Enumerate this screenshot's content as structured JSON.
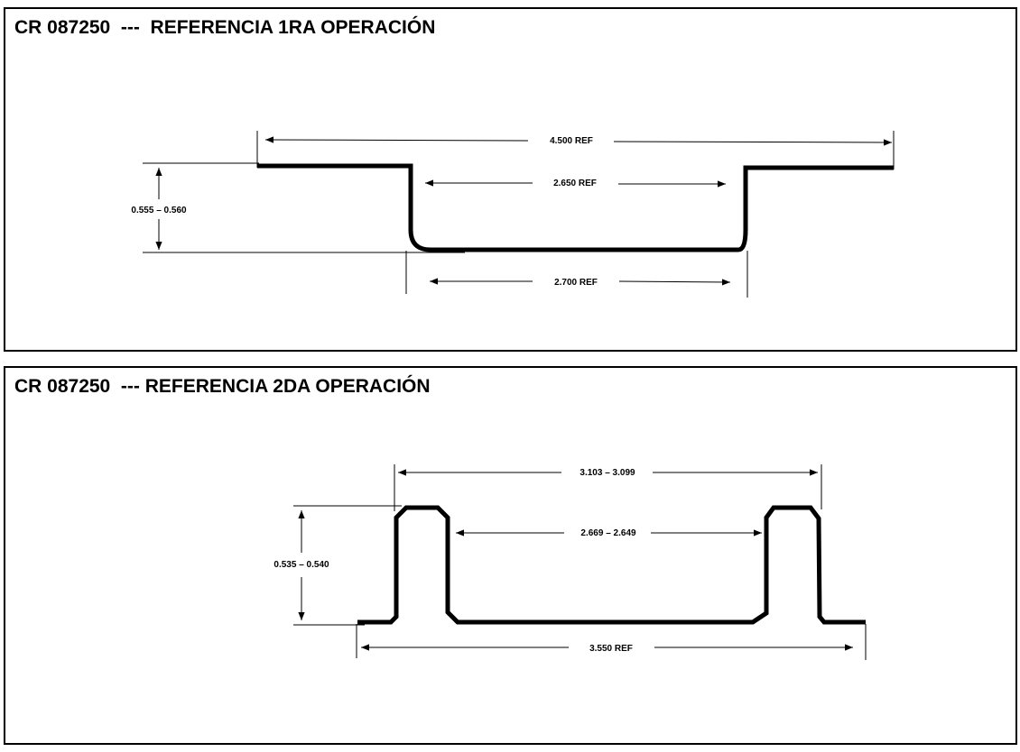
{
  "panels": [
    {
      "title": "CR 087250  ---  REFERENCIA 1RA OPERACIÓN",
      "dimensions": {
        "overall_width": "4.500 REF",
        "inner_top_width": "2.650 REF",
        "bottom_width": "2.700 REF",
        "depth": "0.555 – 0.560"
      }
    },
    {
      "title": "CR 087250  --- REFERENCIA 2DA OPERACIÓN",
      "dimensions": {
        "outer_width": "3.103 – 3.099",
        "inner_width": "2.669 – 2.649",
        "overall_width": "3.550 REF",
        "height": "0.535 – 0.540"
      }
    }
  ],
  "colors": {
    "line": "#000000",
    "background": "#ffffff"
  }
}
